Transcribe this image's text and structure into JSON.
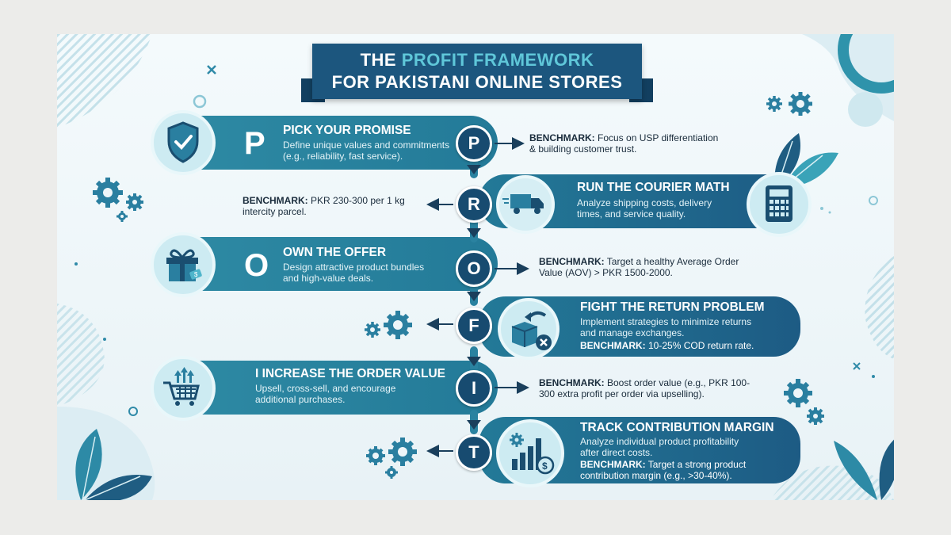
{
  "title": {
    "line1_prefix": "THE ",
    "line1_accent": "PROFIT FRAMEWORK",
    "line2": "FOR PAKISTANI ONLINE STORES"
  },
  "steps": [
    {
      "letter": "P",
      "title": "PICK YOUR PROMISE",
      "desc1": "Define unique values and commitments",
      "desc2": "(e.g., reliability, fast service).",
      "bench_label": "BENCHMARK:",
      "bench1": " Focus on USP differentiation",
      "bench2": "& building customer trust.",
      "icon": "shield-check-icon"
    },
    {
      "letter": "R",
      "title": "RUN THE COURIER MATH",
      "desc1": "Analyze shipping costs, delivery",
      "desc2": "times, and service quality.",
      "bench_label": "BENCHMARK:",
      "bench1": " PKR 230-300 per 1 kg",
      "bench2": "intercity parcel.",
      "icon": "calculator-icon",
      "icon2": "truck-icon"
    },
    {
      "letter": "O",
      "title": "OWN THE OFFER",
      "desc1": "Design attractive product bundles",
      "desc2": "and high-value deals.",
      "bench_label": "BENCHMARK:",
      "bench1": " Target a healthy Average Order",
      "bench2": "Value (AOV) > PKR 1500-2000.",
      "icon": "gift-icon"
    },
    {
      "letter": "F",
      "title": "FIGHT THE RETURN PROBLEM",
      "desc1": "Implement strategies to minimize returns",
      "desc2": "and manage exchanges.",
      "bench_label": "BENCHMARK:",
      "bench1": " 10-25% COD return rate.",
      "bench2": "",
      "icon": "return-box-icon"
    },
    {
      "letter": "I",
      "title": "I INCREASE THE ORDER VALUE",
      "desc1": "Upsell, cross-sell, and encourage",
      "desc2": "additional purchases.",
      "bench_label": "BENCHMARK:",
      "bench1": " Boost order value (e.g., PKR 100-",
      "bench2": "300 extra profit per order via upselling).",
      "icon": "cart-arrows-icon"
    },
    {
      "letter": "T",
      "title": "TRACK CONTRIBUTION MARGIN",
      "desc1": "Analyze individual product profitability",
      "desc2": "after direct costs.",
      "bench_label": "BENCHMARK:",
      "bench1": " Target a strong product",
      "bench2": "contribution margin (e.g., >30-40%).",
      "icon": "chart-gears-icon"
    }
  ],
  "colors": {
    "navy": "#1c567e",
    "teal": "#2e8aa4",
    "accent": "#5fc7d9",
    "node": "#174b70"
  }
}
